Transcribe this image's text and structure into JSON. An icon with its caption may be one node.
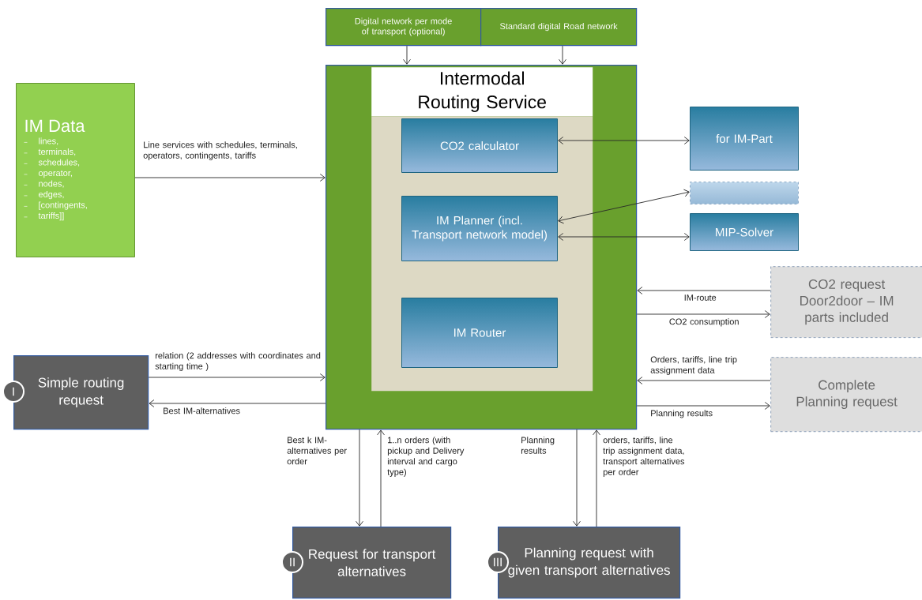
{
  "diagram": {
    "nodes": [
      {
        "text": [
          "Digital network per mode of transport (optional)"
        ]
      },
      {
        "text": [
          "Standard digital Road network"
        ]
      },
      {
        "text": [
          "IM Data",
          "lines,",
          "terminals,",
          "schedules,",
          "operator,",
          "nodes,",
          "edges,",
          "[contingents,",
          "tariffs]]"
        ]
      },
      {
        "text": [
          "Intermodal Routing Service"
        ]
      },
      {
        "text": [],
        "shape": "box",
        "in": 3
      },
      {
        "text": [
          "CO2 calculator"
        ],
        "in": 4
      },
      {
        "text": [
          "IM Planner (incl. Transport network model)"
        ],
        "in": 4
      },
      {
        "text": [
          "IM Router"
        ],
        "in": 4
      },
      {
        "text": [
          "for IM-Part"
        ]
      },
      {
        "text": [],
        "shape": "box"
      },
      {
        "text": [
          "MIP-Solver"
        ]
      },
      {
        "text": [
          "CO2 request Door2door – IM parts included"
        ]
      },
      {
        "text": [
          "Complete Planning request"
        ]
      },
      {
        "text": [
          "Simple routing request"
        ],
        "beside": [
          "I"
        ]
      },
      {
        "text": [
          "Request for transport alternatives"
        ],
        "beside": [
          "II"
        ]
      },
      {
        "text": [
          "Planning request with given transport alternatives"
        ],
        "beside": [
          "III"
        ]
      }
    ],
    "edges": [
      {
        "from": 0,
        "to": 3,
        "arrow": "to"
      },
      {
        "from": 1,
        "to": 3,
        "arrow": "to"
      },
      {
        "from": 2,
        "to": 3,
        "arrow": "to",
        "label": "Line services with schedules, terminals, operators, contingents, tariffs"
      },
      {
        "from": 5,
        "to": 8,
        "arrow": "both"
      },
      {
        "from": 6,
        "to": 9,
        "arrow": "both"
      },
      {
        "from": 6,
        "to": 10,
        "arrow": "both"
      },
      {
        "from": 11,
        "to": 3,
        "arrow": "to",
        "label": "IM-route"
      },
      {
        "from": 3,
        "to": 11,
        "arrow": "to",
        "label": "CO2 consumption"
      },
      {
        "from": 12,
        "to": 3,
        "arrow": "to",
        "label": "Orders, tariffs, line trip assignment data"
      },
      {
        "from": 3,
        "to": 12,
        "arrow": "to",
        "label": "Planning results"
      },
      {
        "from": 13,
        "to": 3,
        "arrow": "to",
        "label": "relation (2 addresses with coordinates and starting time )"
      },
      {
        "from": 3,
        "to": 13,
        "arrow": "to",
        "label": "Best IM-alternatives"
      },
      {
        "from": 3,
        "to": 14,
        "arrow": "to",
        "label": "Best k IM-alternatives per order"
      },
      {
        "from": 14,
        "to": 3,
        "arrow": "to",
        "label": "1..n orders (with pickup and Delivery interval and cargo type)"
      },
      {
        "from": 3,
        "to": 15,
        "arrow": "to",
        "label": "Planning results"
      },
      {
        "from": 15,
        "to": 3,
        "arrow": "to",
        "label": "orders, tariffs, line trip assignment data, transport alternatives per order"
      }
    ]
  }
}
